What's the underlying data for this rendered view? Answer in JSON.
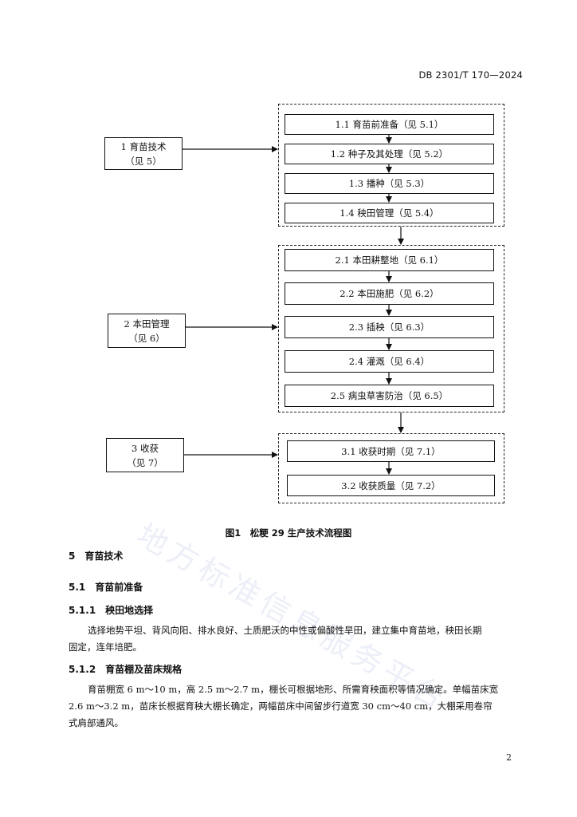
{
  "header": {
    "doc_code": "DB 2301/T 170—2024"
  },
  "flow": {
    "groups": [
      {
        "category_line1": "1 育苗技术",
        "category_line2": "（见 5）",
        "steps": [
          "1.1 育苗前准备（见 5.1）",
          "1.2 种子及其处理（见 5.2）",
          "1.3 播种（见 5.3）",
          "1.4 秧田管理（见 5.4）"
        ]
      },
      {
        "category_line1": "2 本田管理",
        "category_line2": "（见 6）",
        "steps": [
          "2.1 本田耕整地（见 6.1）",
          "2.2 本田施肥（见 6.2）",
          "2.3 插秧（见 6.3）",
          "2.4 灌溉（见 6.4）",
          "2.5 病虫草害防治（见 6.5）"
        ]
      },
      {
        "category_line1": "3 收获",
        "category_line2": "（见 7）",
        "steps": [
          "3.1 收获时期（见 7.1）",
          "3.2 收获质量（见 7.2）"
        ]
      }
    ],
    "caption": "图1　松粳 29 生产技术流程图"
  },
  "content": {
    "sec5": "5　育苗技术",
    "sec5_1": "5.1　育苗前准备",
    "sec5_1_1": "5.1.1　秧田地选择",
    "p1_line1": "选择地势平坦、背风向阳、排水良好、土质肥沃的中性或偏酸性旱田，建立集中育苗地，秧田长期",
    "p1_line2": "固定，连年培肥。",
    "sec5_1_2": "5.1.2　育苗棚及苗床规格",
    "p2_line1": "育苗棚宽 6 m～10 m，高 2.5 m～2.7 m，棚长可根据地形、所需育秧面积等情况确定。单幅苗床宽",
    "p2_line2": "2.6 m～3.2 m，苗床长根据育秧大棚长确定，两幅苗床中间留步行道宽 30 cm～40 cm，大棚采用卷帘",
    "p2_line3": "式肩部通风。"
  },
  "footer": {
    "page_number": "2"
  },
  "watermark": "地方标准信息服务平台"
}
